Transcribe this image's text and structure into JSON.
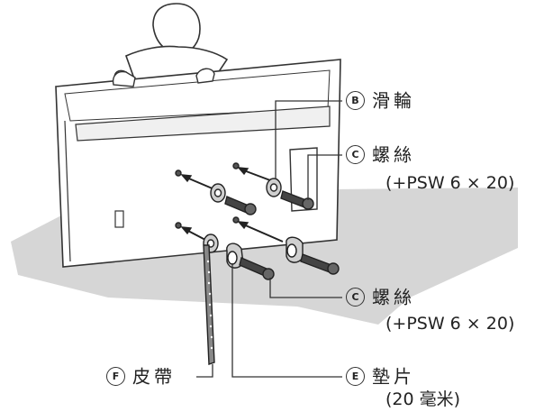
{
  "callouts": {
    "b": {
      "letter": "B",
      "label": "滑輪"
    },
    "c1": {
      "letter": "C",
      "label": "螺絲",
      "spec": "(+PSW 6 × 20)"
    },
    "c2": {
      "letter": "C",
      "label": "螺絲",
      "spec": "(+PSW 6 × 20)"
    },
    "e": {
      "letter": "E",
      "label": "墊片",
      "spec": "(20 毫米)"
    },
    "f": {
      "letter": "F",
      "label": "皮帶"
    }
  }
}
